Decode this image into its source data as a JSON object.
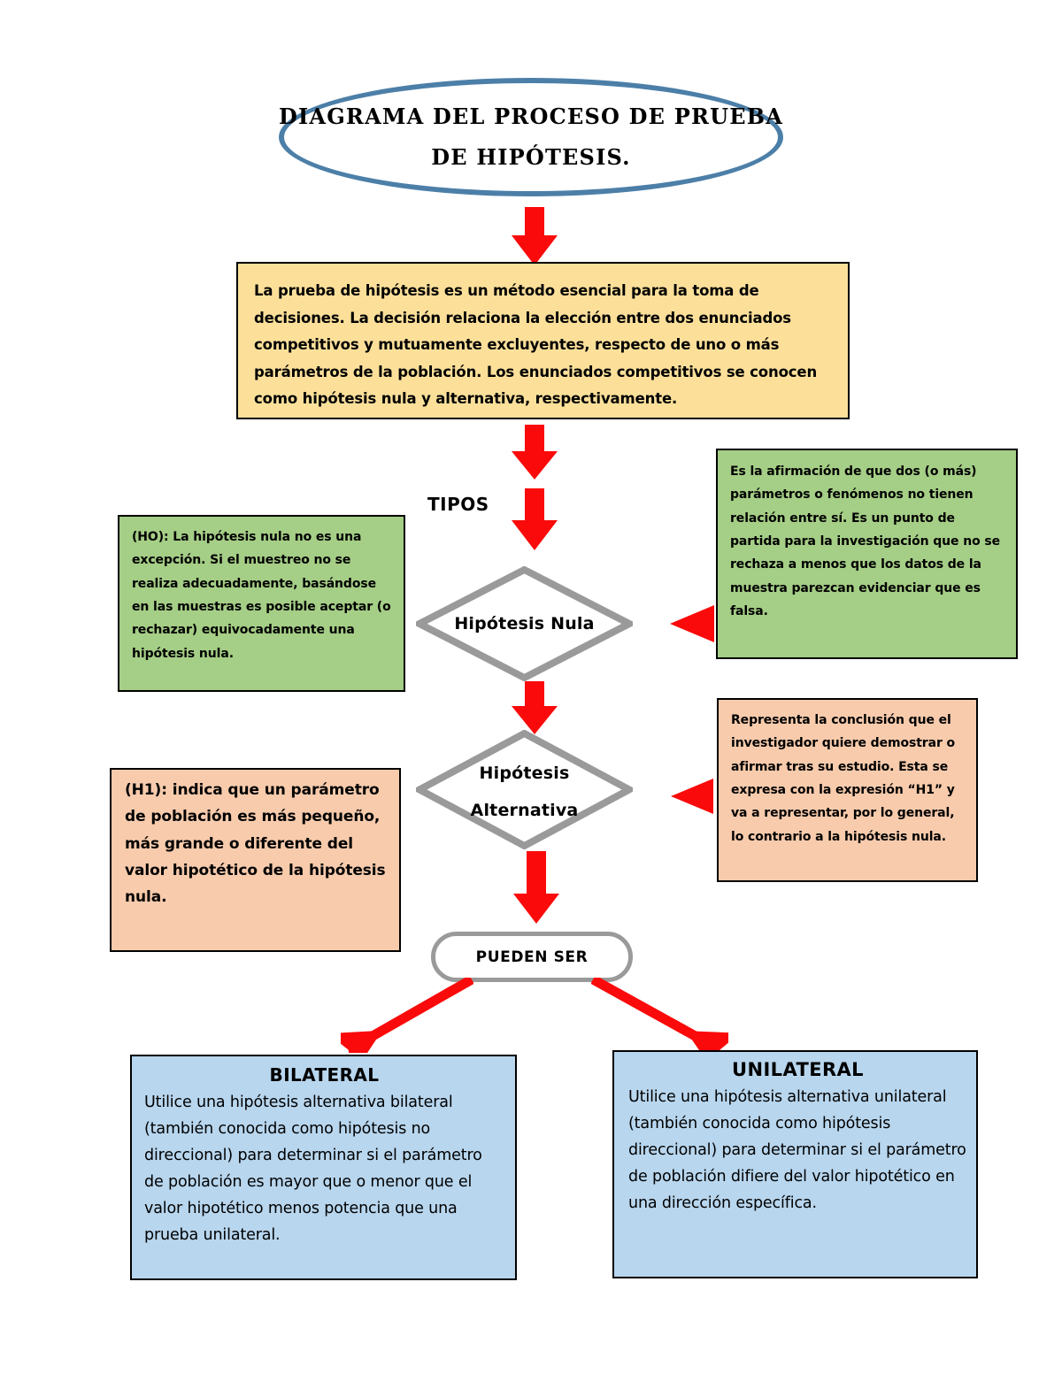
{
  "title": {
    "line1": "DIAGRAMA DEL PROCESO DE PRUEBA",
    "line2": "DE HIPÓTESIS."
  },
  "intro": {
    "text": "La prueba de hipótesis es un método esencial para la toma de decisiones. La decisión relaciona la elección entre dos enunciados competitivos y mutuamente excluyentes, respecto de uno o más parámetros de la población. Los enunciados competitivos se conocen como hipótesis nula y alternativa, respectivamente."
  },
  "tipos_label": "TIPOS",
  "nodes": {
    "hipotesis_nula": "Hipótesis Nula",
    "hipotesis_alternativa_line1": "Hipótesis",
    "hipotesis_alternativa_line2": "Alternativa",
    "pueden_ser": "PUEDEN SER"
  },
  "notes": {
    "h0_left": "(HO): La hipótesis nula no es una excepción. Si\nel muestreo no se realiza adecuadamente, basándose en las muestras es posible aceptar (o rechazar) equivocadamente una hipótesis nula.",
    "nula_right": "Es la afirmación de que dos (o más) parámetros o fenómenos no tienen relación entre sí. Es un punto de partida para la investigación que no se rechaza a menos que los datos de la muestra parezcan evidenciar que es falsa.",
    "alt_right": " Representa la conclusión que el investigador quiere demostrar o afirmar tras su estudio. Esta se expresa con la expresión “H1” y va a representar, por lo general, lo contrario a la hipótesis nula.",
    "h1_left": "(H1): indica que un parámetro de población es más pequeño, más grande o diferente del valor hipotético de la hipótesis nula."
  },
  "outcomes": {
    "bilateral": {
      "title": "BILATERAL",
      "body": "Utilice una hipótesis alternativa bilateral (también conocida como hipótesis no direccional) para determinar si el parámetro de población es mayor que o menor que el valor hipotético menos potencia que una prueba unilateral."
    },
    "unilateral": {
      "title": "UNILATERAL",
      "body": "Utilice una hipótesis alternativa unilateral (también conocida como hipótesis direccional) para determinar si el parámetro de población difiere del valor hipotético en una dirección específica."
    }
  },
  "colors": {
    "oval_border": "#4C7FA8",
    "intro_fill": "#FCE09A",
    "green_fill": "#A5CE86",
    "peach_fill": "#F7CBAC",
    "blue_fill": "#B8D6EE",
    "arrow_red": "#FA0A0A",
    "shape_gray": "#9A9A9A",
    "outline_black": "#000000"
  },
  "icons": {
    "arrow_down": "arrow-down-icon",
    "arrow_left": "arrow-left-triangle-icon",
    "arrow_diag_left": "arrow-diagonal-down-left-icon",
    "arrow_diag_right": "arrow-diagonal-down-right-icon"
  }
}
